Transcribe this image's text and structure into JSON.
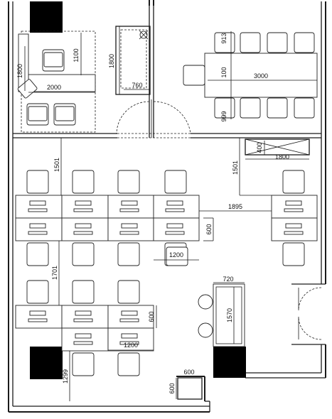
{
  "plan": {
    "dimensions": {
      "exec_desk_depth": "1100",
      "exec_room_depth": "1800",
      "exec_desk_width": "2000",
      "closet_depth": "1800",
      "closet_width": "760",
      "conference_chair_depth_top": "913",
      "conference_table_depth": "100",
      "conference_table_length": "3000",
      "conference_chair_depth_bottom": "999",
      "cabinet_depth": "400",
      "cabinet_width": "1800",
      "aisle_top_left": "1501",
      "aisle_top_right": "1501",
      "aisle_gap": "1895",
      "desk_depth_middle": "600",
      "desk_width_middle": "1200",
      "aisle_middle": "1701",
      "counter_width": "720",
      "counter_length": "1570",
      "desk_depth_bottom": "600",
      "desk_width_bottom": "1200",
      "aisle_bottom": "1299",
      "box_width": "600",
      "box_depth": "600"
    }
  }
}
